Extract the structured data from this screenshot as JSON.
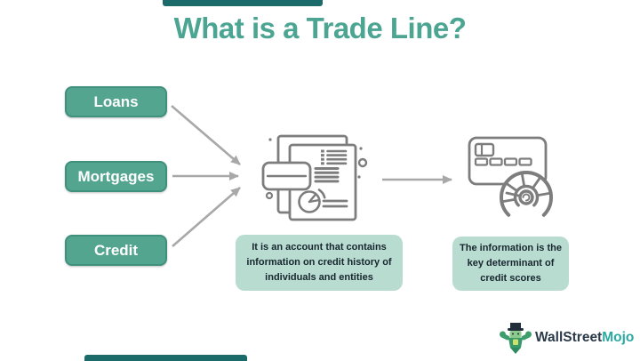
{
  "title": "What is a Trade Line?",
  "source_boxes": [
    {
      "label": "Loans"
    },
    {
      "label": "Mortgages"
    },
    {
      "label": "Credit"
    }
  ],
  "callouts": [
    {
      "text": "It is an account that contains information on credit history of individuals and entities"
    },
    {
      "text": "The information is the key determinant of credit scores"
    }
  ],
  "icons": {
    "document": "credit-report-document-icon",
    "credit_card": "credit-card-with-score-gauge-icon",
    "mascot": "wallstreetmojo-bull-mascot-icon"
  },
  "logo": {
    "brand_primary": "WallStreet",
    "brand_secondary": "Mojo"
  },
  "colors": {
    "title_teal": "#4BA592",
    "box_fill": "#54A58F",
    "box_border": "#3E917C",
    "callout_fill": "#B9DCD1",
    "callout_text": "#17262E",
    "accent_bar": "#1C6B6B",
    "icon_stroke": "#7D7D7D",
    "arrow_gray": "#A8A8A8",
    "logo_dark": "#2B3A49",
    "logo_teal": "#2AA9A0"
  }
}
